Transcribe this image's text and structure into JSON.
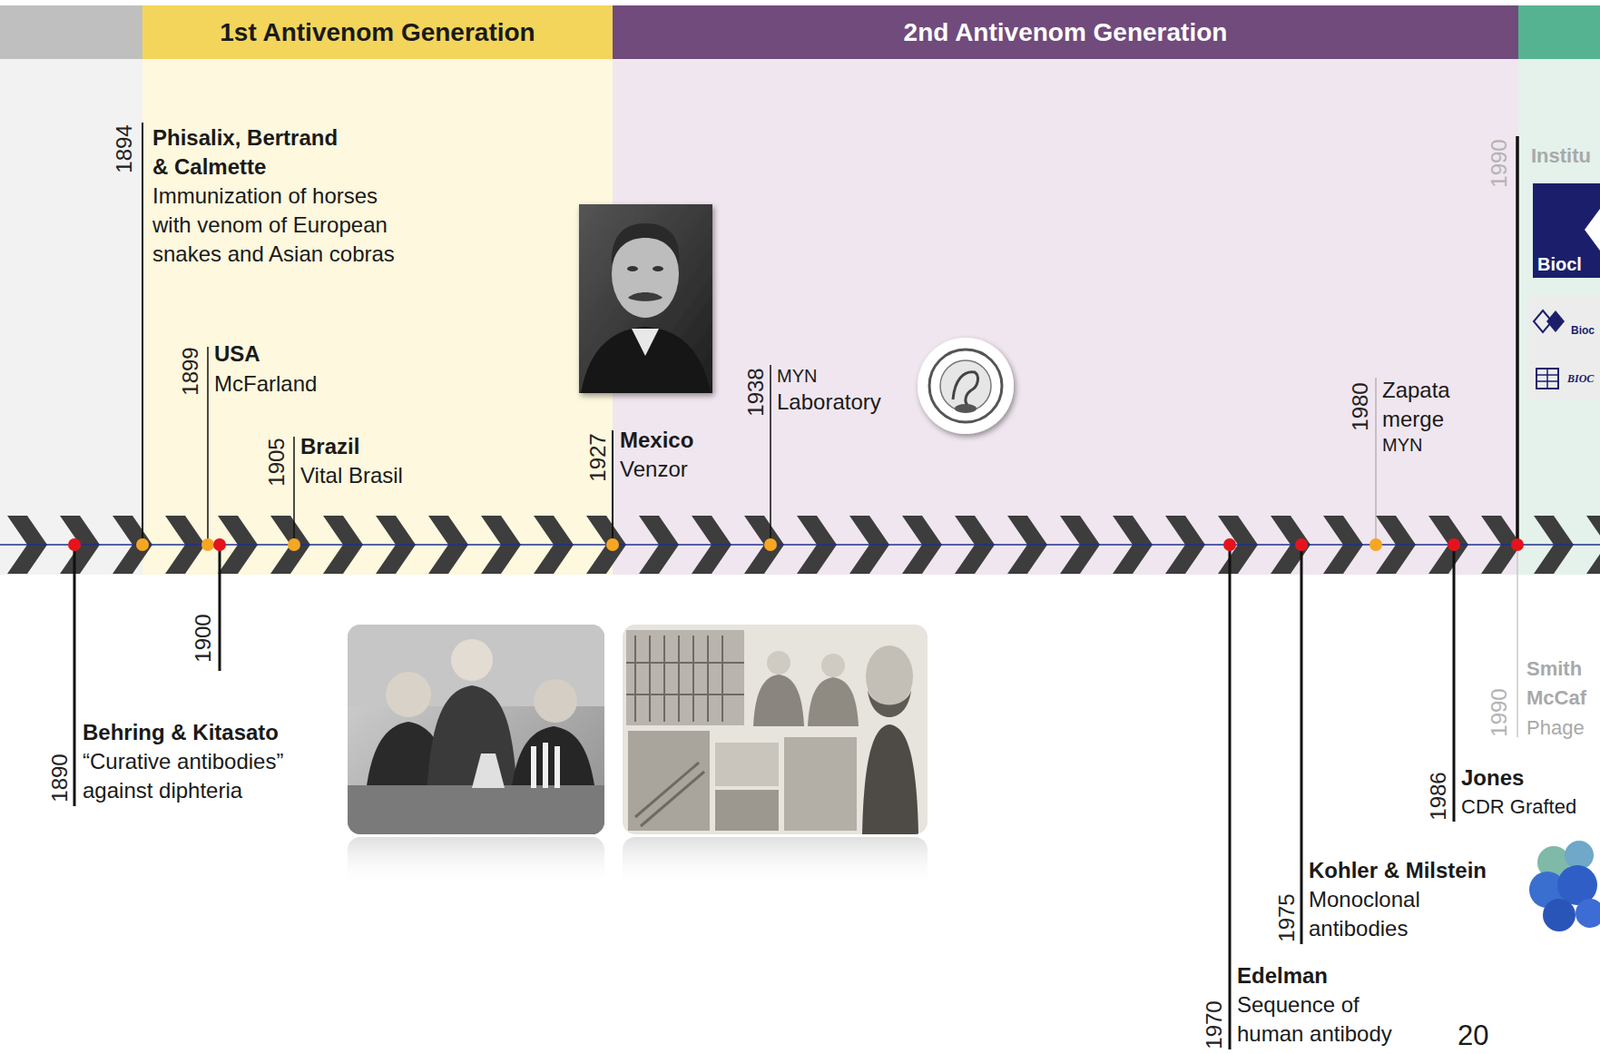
{
  "diagram": {
    "nodes": [
      {
        "text": [
          "1st Antivenom Generation"
        ]
      },
      {
        "text": [
          "2nd Antivenom Generation"
        ]
      }
    ],
    "labels": [
      "1894",
      "Phisalix, Bertrand & Calmette",
      "Immunization of horses with venom of European snakes and Asian cobras",
      "1899",
      "USA",
      "McFarland",
      "1905",
      "Brazil",
      "Vital Brasil",
      "1927",
      "Mexico",
      "Venzor",
      "1938",
      "MYN",
      "Laboratory",
      "1980",
      "Zapata",
      "merge",
      "MYN",
      "1990",
      "Institu",
      "Biocl",
      "Bioc",
      "BIOC",
      "1890",
      "Behring & Kitasato",
      "“Curative antibodies” against diphteria",
      "1900",
      "1970",
      "Edelman",
      "Sequence of human antibody",
      "1975",
      "Kohler & Milstein",
      "Monoclonal antibodies",
      "1986",
      "Jones",
      "CDR Grafted",
      "1990",
      "Smith",
      "McCaf",
      "Phage",
      "20"
    ]
  }
}
